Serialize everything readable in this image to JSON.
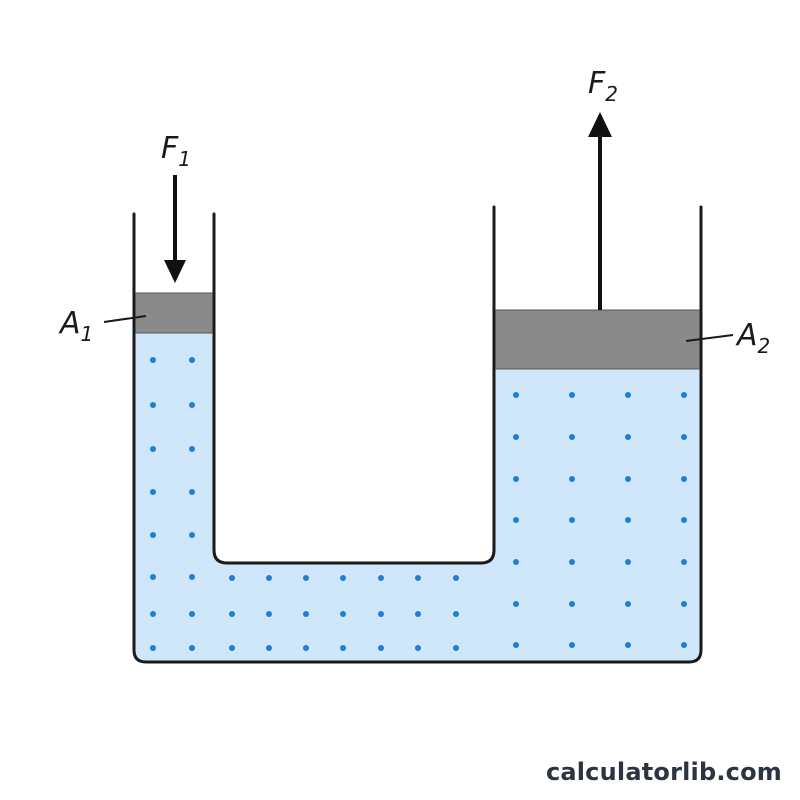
{
  "labels": {
    "f1": {
      "main": "F",
      "sub": "1"
    },
    "f2": {
      "main": "F",
      "sub": "2"
    },
    "a1": {
      "main": "A",
      "sub": "1"
    },
    "a2": {
      "main": "A",
      "sub": "2"
    }
  },
  "watermark": "calculatorlib.com",
  "colors": {
    "fluid": "#cfe6fb",
    "dots": "#1f7fd6",
    "piston": "#8a8a8a",
    "outline": "#1a1a1a",
    "arrow": "#111111"
  }
}
